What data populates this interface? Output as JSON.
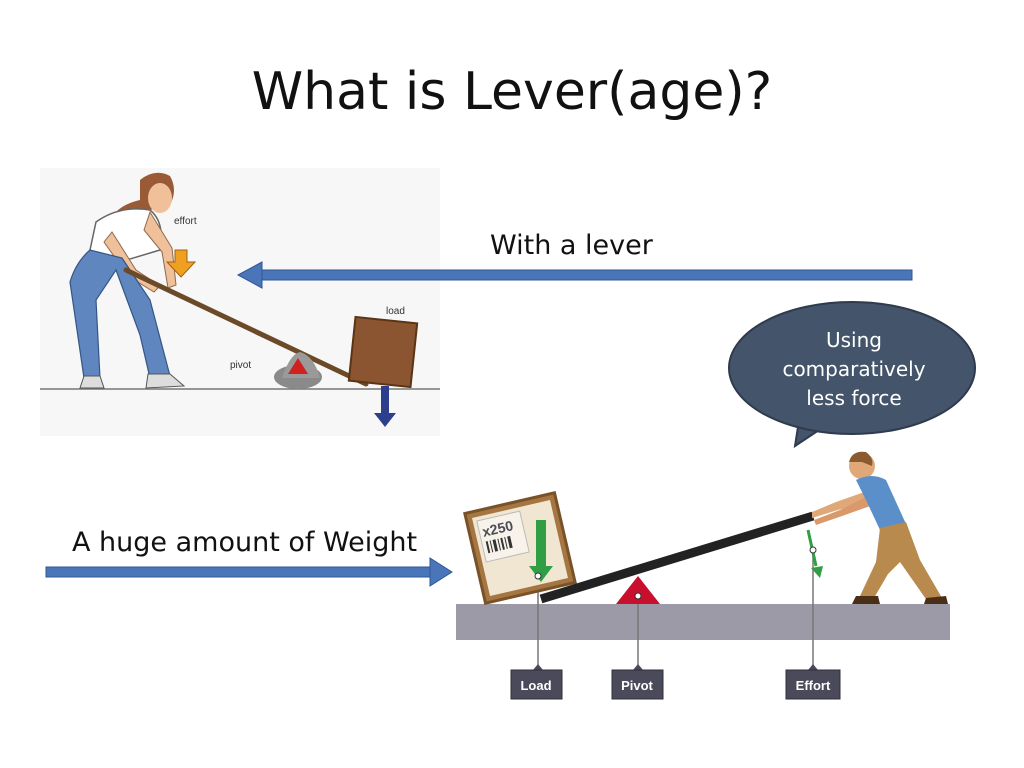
{
  "slide": {
    "title": "What is Lever(age)?"
  },
  "captions": {
    "with_lever": "With a lever",
    "huge_weight": "A huge amount of Weight"
  },
  "bubble": {
    "lines": [
      "Using",
      "comparatively",
      "less force"
    ]
  },
  "top_illustration": {
    "labels": {
      "effort": "effort",
      "load": "load",
      "pivot": "pivot"
    }
  },
  "bottom_diagram": {
    "box_text": "x250",
    "tags": {
      "load": "Load",
      "pivot": "Pivot",
      "effort": "Effort"
    }
  },
  "colors": {
    "arrow_blue": "#4a76b9",
    "bubble_fill": "#44546a",
    "pivot_red": "#c8102e",
    "tag_fill": "#4a4a5a",
    "ground_gray": "#9b9aa6",
    "effort_green": "#2f9e44"
  }
}
